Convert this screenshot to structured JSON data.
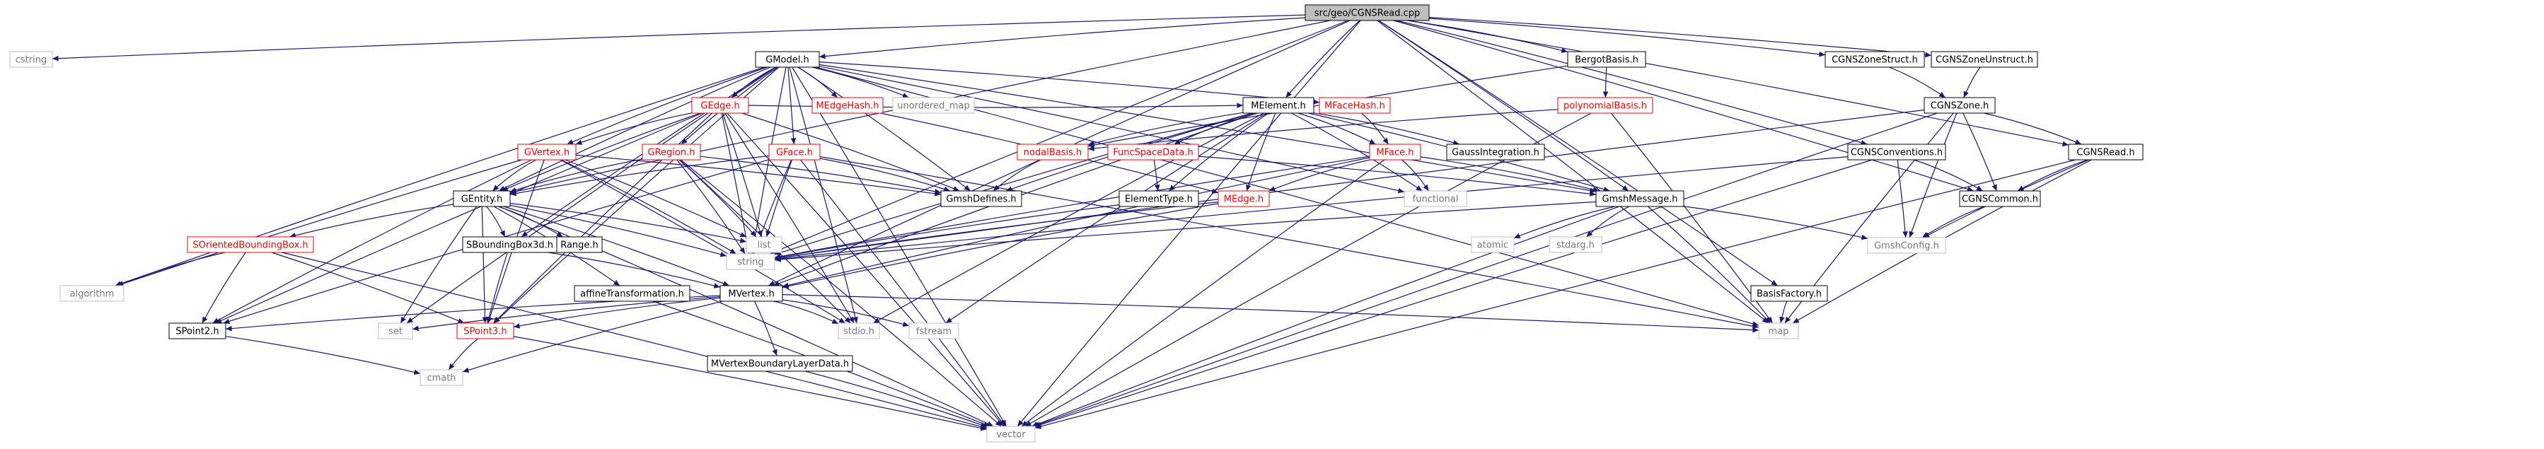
{
  "colors": {
    "edge": "#191970",
    "text_black": "#000000",
    "text_gray": "#777777",
    "text_red": "#ff0000",
    "border_black": "#000000",
    "border_gray": "#bfbfbf",
    "border_red": "#ff0000",
    "root_fill": "#bfbfbf",
    "fill": "#ffffff"
  },
  "nodes": [
    {
      "id": "root",
      "label": "src/geo/CGNSRead.cpp",
      "style": "root"
    },
    {
      "id": "cstring",
      "label": "cstring",
      "style": "gray"
    },
    {
      "id": "GModel",
      "label": "GModel.h",
      "style": "black"
    },
    {
      "id": "BergotBasis",
      "label": "BergotBasis.h",
      "style": "black"
    },
    {
      "id": "CGNSZoneStruct",
      "label": "CGNSZoneStruct.h",
      "style": "black"
    },
    {
      "id": "CGNSZoneUnstruct",
      "label": "CGNSZoneUnstruct.h",
      "style": "black"
    },
    {
      "id": "GEdge",
      "label": "GEdge.h",
      "style": "red"
    },
    {
      "id": "MEdgeHash",
      "label": "MEdgeHash.h",
      "style": "red"
    },
    {
      "id": "unordered_map",
      "label": "unordered_map",
      "style": "gray"
    },
    {
      "id": "MElement",
      "label": "MElement.h",
      "style": "black"
    },
    {
      "id": "MFaceHash",
      "label": "MFaceHash.h",
      "style": "red"
    },
    {
      "id": "polynomialBasis",
      "label": "polynomialBasis.h",
      "style": "red"
    },
    {
      "id": "CGNSZone",
      "label": "CGNSZone.h",
      "style": "black"
    },
    {
      "id": "GVertex",
      "label": "GVertex.h",
      "style": "red"
    },
    {
      "id": "GRegion",
      "label": "GRegion.h",
      "style": "red"
    },
    {
      "id": "GFace",
      "label": "GFace.h",
      "style": "red"
    },
    {
      "id": "nodalBasis",
      "label": "nodalBasis.h",
      "style": "red"
    },
    {
      "id": "FuncSpaceData",
      "label": "FuncSpaceData.h",
      "style": "red"
    },
    {
      "id": "MFace",
      "label": "MFace.h",
      "style": "red"
    },
    {
      "id": "GaussIntegration",
      "label": "GaussIntegration.h",
      "style": "black"
    },
    {
      "id": "CGNSConventions",
      "label": "CGNSConventions.h",
      "style": "black"
    },
    {
      "id": "CGNSRead_h",
      "label": "CGNSRead.h",
      "style": "black"
    },
    {
      "id": "GEntity",
      "label": "GEntity.h",
      "style": "black"
    },
    {
      "id": "GmshDefines",
      "label": "GmshDefines.h",
      "style": "black"
    },
    {
      "id": "ElementType",
      "label": "ElementType.h",
      "style": "black"
    },
    {
      "id": "MEdge",
      "label": "MEdge.h",
      "style": "red"
    },
    {
      "id": "functional",
      "label": "functional",
      "style": "gray"
    },
    {
      "id": "GmshMessage",
      "label": "GmshMessage.h",
      "style": "black"
    },
    {
      "id": "CGNSCommon",
      "label": "CGNSCommon.h",
      "style": "black"
    },
    {
      "id": "SOrientedBoundingBox",
      "label": "SOrientedBoundingBox.h",
      "style": "red"
    },
    {
      "id": "SBoundingBox3d",
      "label": "SBoundingBox3d.h",
      "style": "black"
    },
    {
      "id": "Range",
      "label": "Range.h",
      "style": "black"
    },
    {
      "id": "list",
      "label": "list",
      "style": "gray"
    },
    {
      "id": "string",
      "label": "string",
      "style": "gray"
    },
    {
      "id": "atomic",
      "label": "atomic",
      "style": "gray"
    },
    {
      "id": "stdarg",
      "label": "stdarg.h",
      "style": "gray"
    },
    {
      "id": "GmshConfig",
      "label": "GmshConfig.h",
      "style": "gray"
    },
    {
      "id": "algorithm",
      "label": "algorithm",
      "style": "gray"
    },
    {
      "id": "affineTransformation",
      "label": "affineTransformation.h",
      "style": "black"
    },
    {
      "id": "MVertex",
      "label": "MVertex.h",
      "style": "black"
    },
    {
      "id": "BasisFactory",
      "label": "BasisFactory.h",
      "style": "black"
    },
    {
      "id": "SPoint2",
      "label": "SPoint2.h",
      "style": "black"
    },
    {
      "id": "set",
      "label": "set",
      "style": "gray"
    },
    {
      "id": "SPoint3",
      "label": "SPoint3.h",
      "style": "red"
    },
    {
      "id": "stdio",
      "label": "stdio.h",
      "style": "gray"
    },
    {
      "id": "fstream",
      "label": "fstream",
      "style": "gray"
    },
    {
      "id": "map",
      "label": "map",
      "style": "gray"
    },
    {
      "id": "MVertexBoundaryLayerData",
      "label": "MVertexBoundaryLayerData.h",
      "style": "black"
    },
    {
      "id": "cmath",
      "label": "cmath",
      "style": "gray"
    },
    {
      "id": "vector",
      "label": "vector",
      "style": "gray"
    }
  ],
  "edges": [
    [
      "root",
      "cstring"
    ],
    [
      "root",
      "GModel"
    ],
    [
      "root",
      "BergotBasis"
    ],
    [
      "root",
      "CGNSZoneStruct"
    ],
    [
      "root",
      "CGNSZoneUnstruct"
    ],
    [
      "root",
      "MElement"
    ],
    [
      "root",
      "CGNSConventions"
    ],
    [
      "root",
      "CGNSRead_h"
    ],
    [
      "root",
      "CGNSCommon"
    ],
    [
      "root",
      "GmshMessage"
    ],
    [
      "root",
      "BasisFactory"
    ],
    [
      "root",
      "map"
    ],
    [
      "root",
      "vector"
    ],
    [
      "root",
      "string"
    ],
    [
      "root",
      "MVertex"
    ],
    [
      "root",
      "GEntity"
    ],
    [
      "GModel",
      "GEdge"
    ],
    [
      "GModel",
      "MEdgeHash"
    ],
    [
      "GModel",
      "unordered_map"
    ],
    [
      "GModel",
      "MFaceHash"
    ],
    [
      "GModel",
      "GVertex"
    ],
    [
      "GModel",
      "GRegion"
    ],
    [
      "GModel",
      "GFace"
    ],
    [
      "GModel",
      "GEntity"
    ],
    [
      "GModel",
      "GmshDefines"
    ],
    [
      "GModel",
      "GmshMessage"
    ],
    [
      "GModel",
      "algorithm"
    ],
    [
      "GModel",
      "SPoint3"
    ],
    [
      "GModel",
      "set"
    ],
    [
      "GModel",
      "map"
    ],
    [
      "GModel",
      "vector"
    ],
    [
      "GModel",
      "string"
    ],
    [
      "GModel",
      "SBoundingBox3d"
    ],
    [
      "GModel",
      "functional"
    ],
    [
      "GModel",
      "stdio"
    ],
    [
      "BergotBasis",
      "polynomialBasis"
    ],
    [
      "BergotBasis",
      "nodalBasis"
    ],
    [
      "CGNSZoneStruct",
      "CGNSZone"
    ],
    [
      "CGNSZoneUnstruct",
      "CGNSZone"
    ],
    [
      "CGNSZone",
      "CGNSRead_h"
    ],
    [
      "CGNSZone",
      "CGNSCommon"
    ],
    [
      "CGNSZone",
      "GmshConfig"
    ],
    [
      "CGNSZone",
      "string"
    ],
    [
      "CGNSZone",
      "vector"
    ],
    [
      "CGNSZone",
      "map"
    ],
    [
      "CGNSRead_h",
      "CGNSCommon"
    ],
    [
      "CGNSRead_h",
      "GmshConfig"
    ],
    [
      "CGNSRead_h",
      "vector"
    ],
    [
      "CGNSRead_h",
      "map"
    ],
    [
      "CGNSCommon",
      "GmshConfig"
    ],
    [
      "CGNSConventions",
      "CGNSCommon"
    ],
    [
      "CGNSConventions",
      "GmshConfig"
    ],
    [
      "CGNSConventions",
      "vector"
    ],
    [
      "CGNSConventions",
      "string"
    ],
    [
      "GEdge",
      "GVertex"
    ],
    [
      "GEdge",
      "GEntity"
    ],
    [
      "GEdge",
      "GmshDefines"
    ],
    [
      "GEdge",
      "SPoint3"
    ],
    [
      "GEdge",
      "SPoint2"
    ],
    [
      "GEdge",
      "string"
    ],
    [
      "GEdge",
      "list"
    ],
    [
      "GEdge",
      "stdio"
    ],
    [
      "GEdge",
      "vector"
    ],
    [
      "GEdge",
      "MElement"
    ],
    [
      "MEdgeHash",
      "MEdge"
    ],
    [
      "MFaceHash",
      "MFace"
    ],
    [
      "MElement",
      "nodalBasis"
    ],
    [
      "MElement",
      "FuncSpaceData"
    ],
    [
      "MElement",
      "MFace"
    ],
    [
      "MElement",
      "GaussIntegration"
    ],
    [
      "MElement",
      "ElementType"
    ],
    [
      "MElement",
      "MEdge"
    ],
    [
      "MElement",
      "GmshMessage"
    ],
    [
      "MElement",
      "GmshDefines"
    ],
    [
      "MElement",
      "MVertex"
    ],
    [
      "MElement",
      "stdio"
    ],
    [
      "MElement",
      "fstream"
    ],
    [
      "MElement",
      "string"
    ],
    [
      "MElement",
      "functional"
    ],
    [
      "polynomialBasis",
      "nodalBasis"
    ],
    [
      "polynomialBasis",
      "map"
    ],
    [
      "polynomialBasis",
      "vector"
    ],
    [
      "GVertex",
      "GEntity"
    ],
    [
      "GVertex",
      "GmshDefines"
    ],
    [
      "GVertex",
      "SPoint2"
    ],
    [
      "GVertex",
      "SPoint3"
    ],
    [
      "GVertex",
      "list"
    ],
    [
      "GVertex",
      "string"
    ],
    [
      "GVertex",
      "stdio"
    ],
    [
      "GVertex",
      "algorithm"
    ],
    [
      "GRegion",
      "GEntity"
    ],
    [
      "GRegion",
      "GmshDefines"
    ],
    [
      "GRegion",
      "list"
    ],
    [
      "GRegion",
      "string"
    ],
    [
      "GRegion",
      "vector"
    ],
    [
      "GRegion",
      "stdio"
    ],
    [
      "GFace",
      "GEntity"
    ],
    [
      "GFace",
      "GmshDefines"
    ],
    [
      "GFace",
      "list"
    ],
    [
      "GFace",
      "string"
    ],
    [
      "GFace",
      "vector"
    ],
    [
      "GFace",
      "map"
    ],
    [
      "GFace",
      "SPoint2"
    ],
    [
      "nodalBasis",
      "GmshDefines"
    ],
    [
      "FuncSpaceData",
      "ElementType"
    ],
    [
      "FuncSpaceData",
      "GmshMessage"
    ],
    [
      "MFace",
      "MEdge"
    ],
    [
      "MFace",
      "MVertex"
    ],
    [
      "MFace",
      "GmshMessage"
    ],
    [
      "MFace",
      "vector"
    ],
    [
      "MFace",
      "string"
    ],
    [
      "MFace",
      "functional"
    ],
    [
      "GEntity",
      "SOrientedBoundingBox"
    ],
    [
      "GEntity",
      "SBoundingBox3d"
    ],
    [
      "GEntity",
      "Range"
    ],
    [
      "GEntity",
      "list"
    ],
    [
      "GEntity",
      "string"
    ],
    [
      "GEntity",
      "set"
    ],
    [
      "GEntity",
      "vector"
    ],
    [
      "GEntity",
      "SPoint3"
    ],
    [
      "GEntity",
      "affineTransformation"
    ],
    [
      "GEntity",
      "MVertex"
    ],
    [
      "ElementType",
      "string"
    ],
    [
      "MEdge",
      "MVertex"
    ],
    [
      "MEdge",
      "string"
    ],
    [
      "GmshMessage",
      "string"
    ],
    [
      "GmshMessage",
      "atomic"
    ],
    [
      "GmshMessage",
      "stdarg"
    ],
    [
      "GmshMessage",
      "GmshConfig"
    ],
    [
      "GmshMessage",
      "map"
    ],
    [
      "GmshMessage",
      "vector"
    ],
    [
      "SOrientedBoundingBox",
      "SPoint2"
    ],
    [
      "SOrientedBoundingBox",
      "SPoint3"
    ],
    [
      "SOrientedBoundingBox",
      "vector"
    ],
    [
      "SOrientedBoundingBox",
      "algorithm"
    ],
    [
      "SBoundingBox3d",
      "SPoint3"
    ],
    [
      "SBoundingBox3d",
      "MVertex"
    ],
    [
      "affineTransformation",
      "vector"
    ],
    [
      "MVertex",
      "SPoint2"
    ],
    [
      "MVertex",
      "SPoint3"
    ],
    [
      "MVertex",
      "set"
    ],
    [
      "MVertex",
      "stdio"
    ],
    [
      "MVertex",
      "fstream"
    ],
    [
      "MVertex",
      "map"
    ],
    [
      "MVertex",
      "MVertexBoundaryLayerData"
    ],
    [
      "MVertex",
      "cmath"
    ],
    [
      "BasisFactory",
      "map"
    ],
    [
      "SPoint2",
      "cmath"
    ],
    [
      "SPoint3",
      "cmath"
    ],
    [
      "SPoint3",
      "vector"
    ],
    [
      "MVertexBoundaryLayerData",
      "vector"
    ]
  ]
}
